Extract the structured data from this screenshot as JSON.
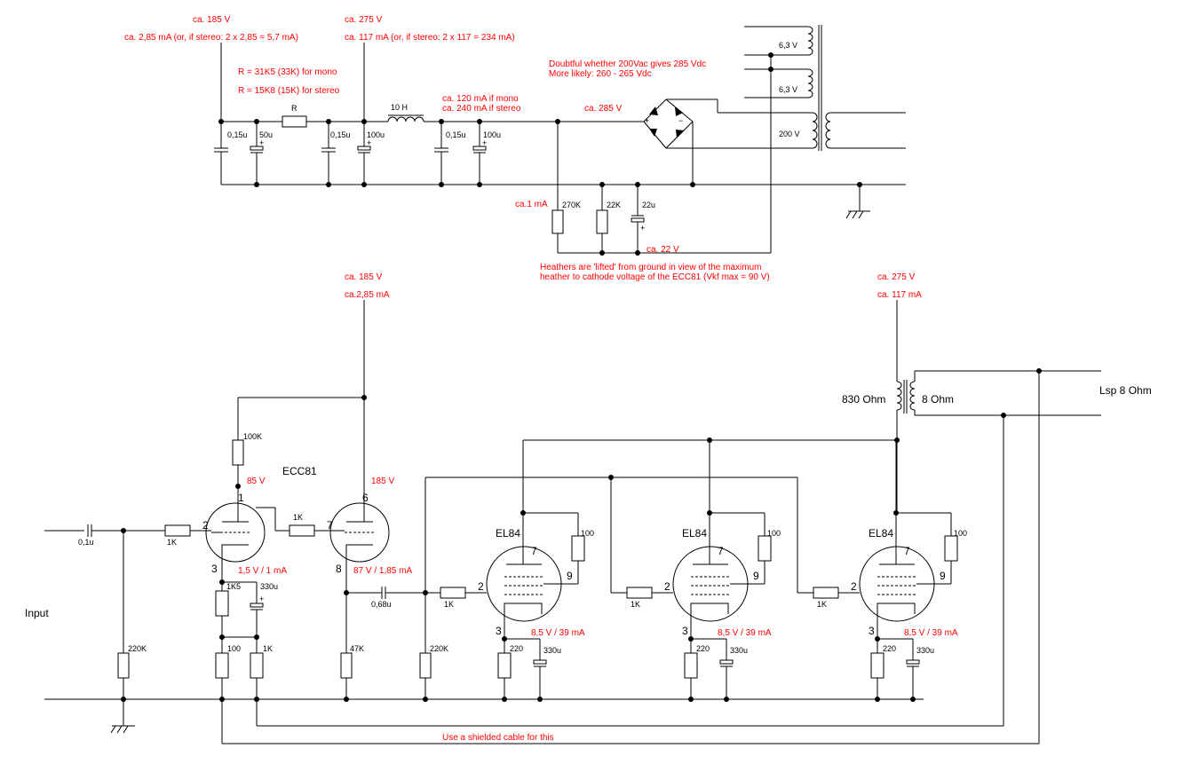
{
  "psu": {
    "v185": "ca. 185 V",
    "i185": "ca. 2,85 mA (or, if stereo:  2 x 2,85 = 5,7 mA)",
    "v275": "ca. 275 V",
    "i275": "ca. 117 mA (or, if stereo:  2 x 117 = 234 mA)",
    "r_mono": "R = 31K5 (33K) for mono",
    "r_stereo": "R = 15K8 (15K) for stereo",
    "r_label": "R",
    "choke": "10 H",
    "i_mono": "ca. 120 mA if mono",
    "i_stereo": "ca. 240 mA if stereo",
    "v285": "ca. 285 V",
    "doubt1": "Doubtful whether 200Vac gives 285 Vdc",
    "doubt2": "More likely: 260 - 265 Vdc",
    "c1": "0,15u",
    "c2": "50u",
    "c3": "0,15u",
    "c4": "100u",
    "c5": "0,15u",
    "c6": "100u",
    "sec1": "6,3 V",
    "sec2": "6,3 V",
    "sec3": "200 V",
    "i_div": "ca.1 mA",
    "r270": "270K",
    "r22": "22K",
    "c22": "22u",
    "v22": "ca. 22 V",
    "heater1": "Heathers are 'lifted' from ground in view of the maximum",
    "heater2": "heather to cathode voltage of the ECC81 (Vkf max = 90 V)"
  },
  "pre": {
    "v185": "ca. 185 V",
    "i285": "ca.2,85 mA",
    "tube": "ECC81",
    "r100k": "100K",
    "v85": "85 V",
    "v185b": "185 V",
    "pin1": "1",
    "pin2": "2",
    "pin3": "3",
    "pin6": "6",
    "pin7": "7",
    "pin8": "8",
    "r1k_mid": "1K",
    "op1": "1,5 V / 1 mA",
    "op2": "87 V / 1,85 mA",
    "in_cap": "0,1u",
    "r1k_in": "1K",
    "input": "Input",
    "r220k": "220K",
    "r1k5": "1K5",
    "c330": "330u",
    "r100": "100",
    "r1k_fb": "1K",
    "r47k": "47K",
    "c068": "0,68u",
    "r1k_grid": "1K",
    "r220k_b": "220K"
  },
  "out": {
    "v275": "ca. 275 V",
    "i117": "ca. 117 mA",
    "pri": "830 Ohm",
    "sec": "8 Ohm",
    "lsp": "Lsp 8 Ohm",
    "tubes": [
      {
        "name": "EL84",
        "p7": "7",
        "p2": "2",
        "p9": "9",
        "p3": "3",
        "rg2": "100",
        "rgrid": "1K",
        "rk": "220",
        "ck": "330u",
        "op": "8,5 V / 39 mA"
      },
      {
        "name": "EL84",
        "p7": "7",
        "p2": "2",
        "p9": "9",
        "p3": "3",
        "rg2": "100",
        "rgrid": "1K",
        "rk": "220",
        "ck": "330u",
        "op": "8,5 V / 39 mA"
      },
      {
        "name": "EL84",
        "p7": "7",
        "p2": "2",
        "p9": "9",
        "p3": "3",
        "rg2": "100",
        "rgrid": "1K",
        "rk": "220",
        "ck": "330u",
        "op": "8,5 V / 39 mA"
      }
    ],
    "shield": "Use a shielded cable for this"
  }
}
